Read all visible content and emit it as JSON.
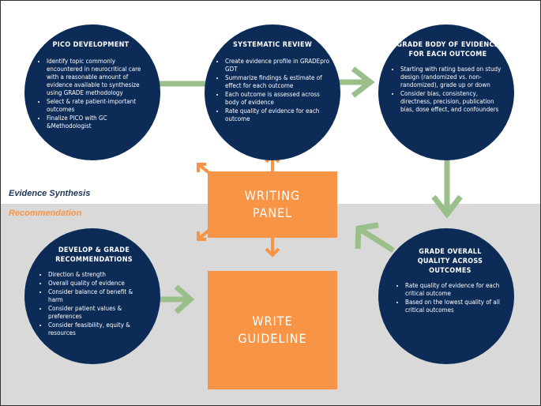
{
  "sections": {
    "evidence_label": "Evidence Synthesis",
    "recommendation_label": "Recommendation"
  },
  "colors": {
    "navy": "#0c2b57",
    "orange": "#f79445",
    "green_arrow": "#9bbf8a",
    "gray_band": "#d9d9d9"
  },
  "nodes": {
    "pico": {
      "title": "PICO DEVELOPMENT",
      "bullets": [
        "Identify topic commonly encountered in neurocritical care with a reasonable amount of evidence available to synthesize using GRADE methodology",
        "Select & rate patient-important outcomes",
        "Finalize PICO with GC &Methodologist"
      ]
    },
    "systematic_review": {
      "title": "SYSTEMATIC REVIEW",
      "bullets": [
        "Create evidence profile in GRADEpro GDT",
        "Summarize findings & estimate of effect for each outcome",
        "Each outcome is assessed across body of evidence",
        "Rate quality of evidence for each outcome"
      ]
    },
    "grade_body": {
      "title_line1": "GRADE BODY OF EVIDENCE",
      "title_line2": "FOR EACH OUTCOME",
      "bullets": [
        "Starting with rating based on study design (randomized vs. non-randomized), grade up or down",
        "Consider bias, consistency, directness, precision, publication bias, dose effect, and confounders"
      ]
    },
    "develop": {
      "title_line1": "DEVELOP & GRADE",
      "title_line2": "RECOMMENDATIONS",
      "bullets": [
        "Direction & strength",
        "Overall quality of evidence",
        "Consider balance of benefit & harm",
        "Consider patient values & preferences",
        "Consider feasibility, equity & resources"
      ]
    },
    "grade_overall": {
      "title_line1": "GRADE OVERALL",
      "title_line2": "QUALITY ACROSS",
      "title_line3": "OUTCOMES",
      "bullets": [
        "Rate quality of evidence for each critical outcome",
        "Based on the lowest quality of all critical outcomes"
      ]
    },
    "writing_panel": {
      "line1": "WRITING",
      "line2": "PANEL"
    },
    "write_guideline": {
      "line1": "WRITE",
      "line2": "GUIDELINE"
    }
  }
}
